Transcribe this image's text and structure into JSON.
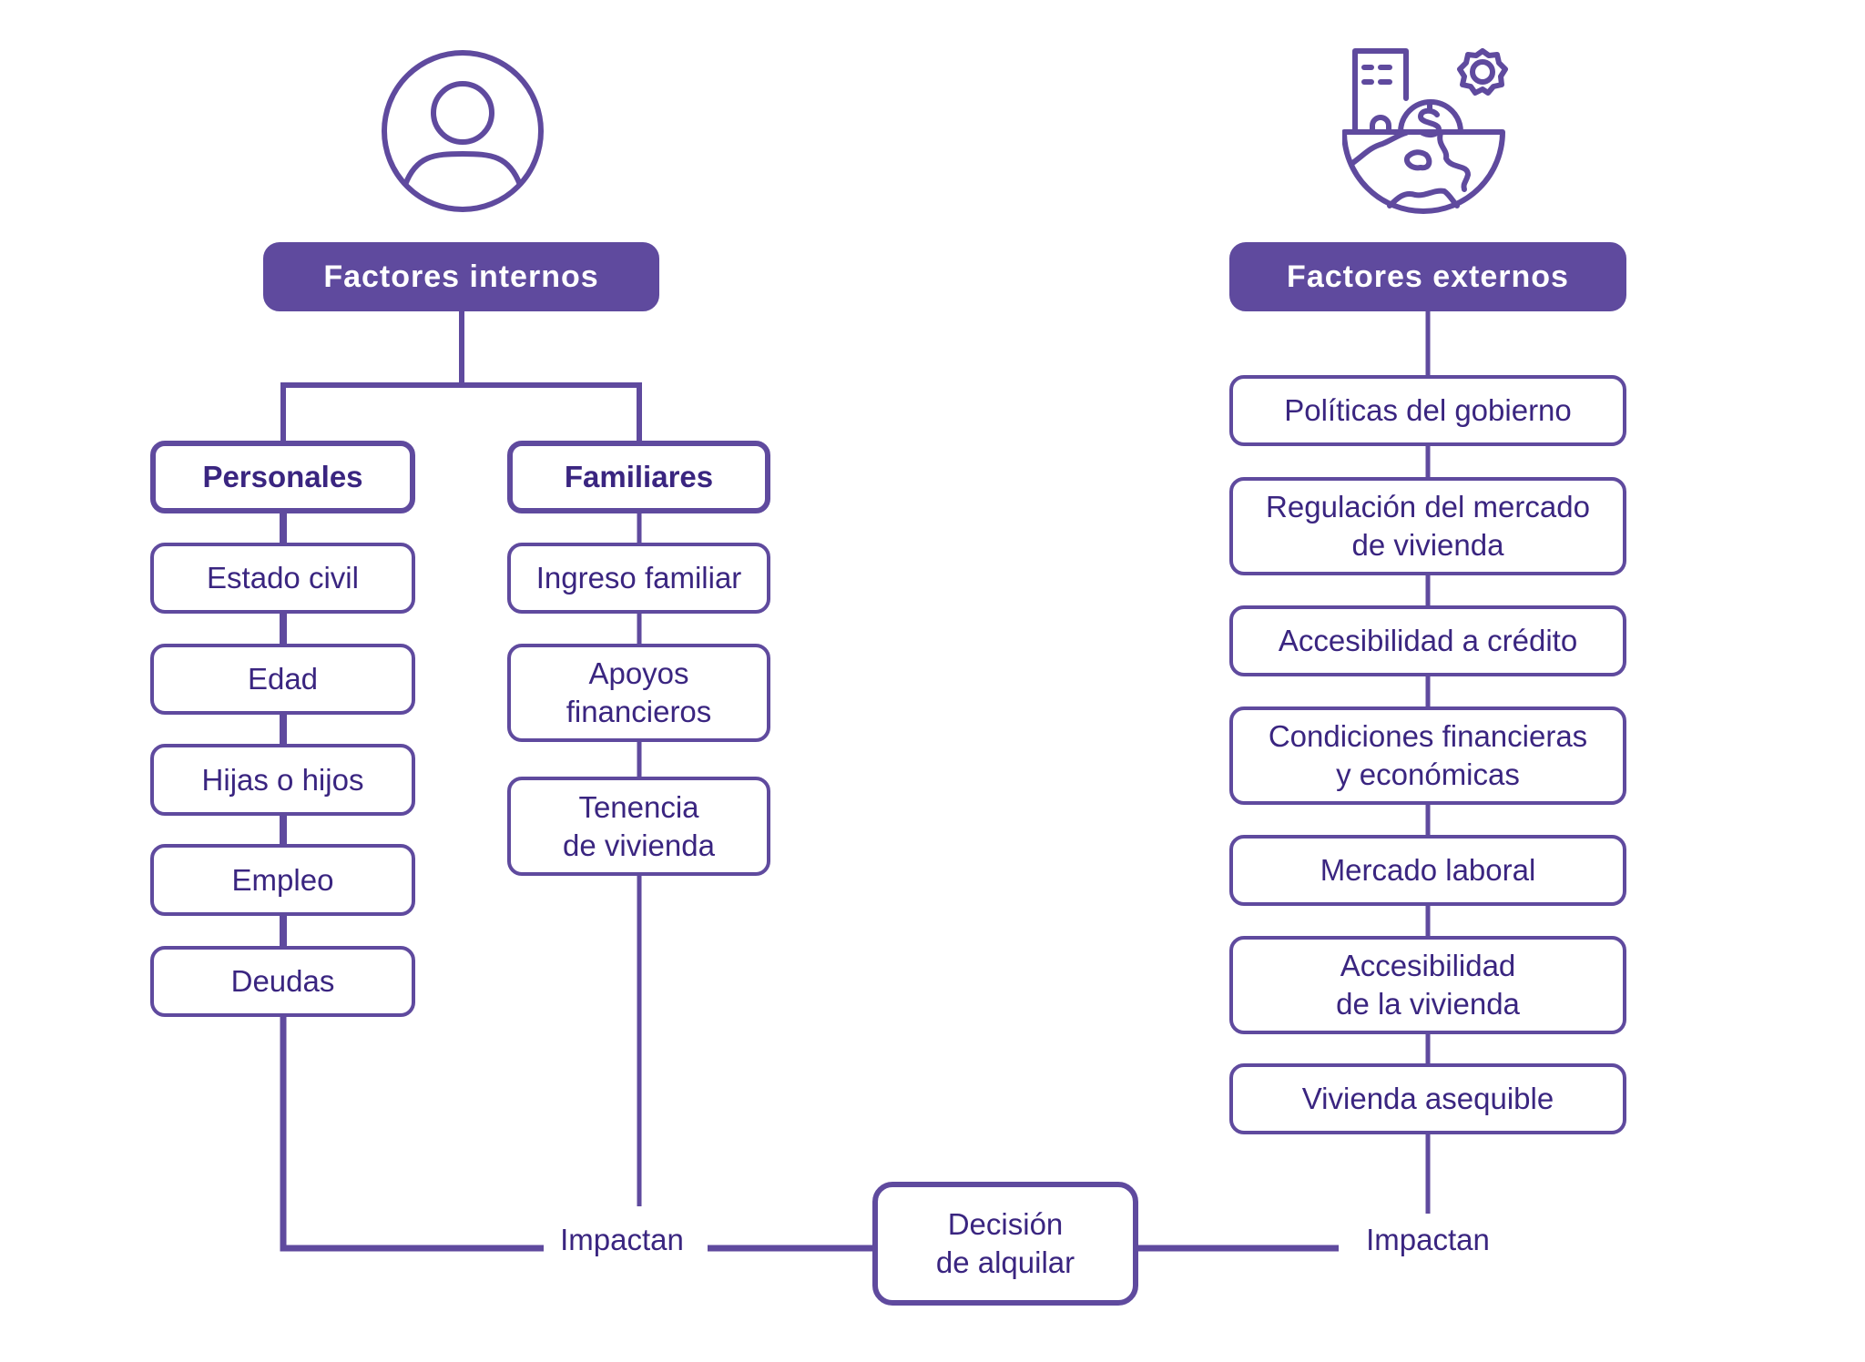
{
  "colors": {
    "primary": "#5f4a9e",
    "text": "#3a2580",
    "header_text": "#ffffff",
    "background": "#ffffff"
  },
  "icons": {
    "internal": "person-circle-icon",
    "external": "economy-globe-icon"
  },
  "internal": {
    "title": "Factores internos",
    "personales": {
      "title": "Personales",
      "items": [
        "Estado civil",
        "Edad",
        "Hijas o hijos",
        "Empleo",
        "Deudas"
      ]
    },
    "familiares": {
      "title": "Familiares",
      "items": [
        "Ingreso familiar",
        "Apoyos\nfinancieros",
        "Tenencia\nde vivienda"
      ]
    }
  },
  "external": {
    "title": "Factores externos",
    "items": [
      "Políticas del gobierno",
      "Regulación del mercado\nde vivienda",
      "Accesibilidad a crédito",
      "Condiciones financieras\ny económicas",
      "Mercado laboral",
      "Accesibilidad\nde la vivienda",
      "Vivienda asequible"
    ]
  },
  "decision": {
    "label": "Decisión\nde alquilar",
    "impact_left": "Impactan",
    "impact_right": "Impactan"
  }
}
